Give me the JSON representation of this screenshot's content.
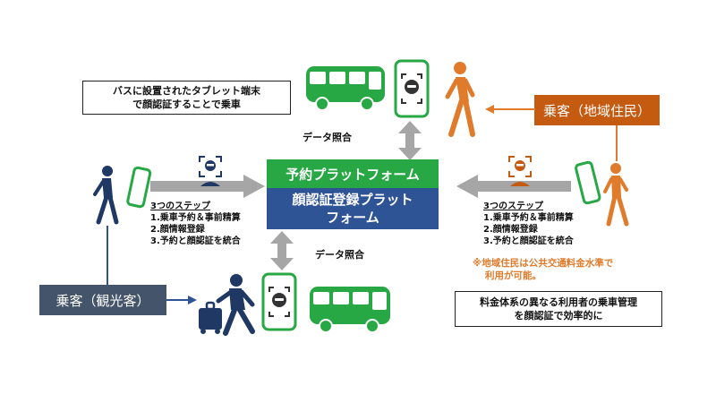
{
  "notes": {
    "top_left": [
      "バスに設置されたタブレット端末",
      "で顔認証することで乗車"
    ],
    "bottom_right": [
      "料金体系の異なる利用者の乗車管理",
      "を顔認証で効率的に"
    ]
  },
  "platform": {
    "reservation": "予約プラットフォーム",
    "face_registration": [
      "顔認証登録プラット",
      "フォーム"
    ]
  },
  "data_match_top": "データ照合",
  "data_match_bottom": "データ照合",
  "passenger_local": "乗客（地域住民）",
  "passenger_tourist": "乗客（観光客）",
  "steps_left": {
    "title": "3つのステップ",
    "items": [
      "1.乗車予約＆事前精算",
      "2.顔情報登録",
      "3.予約と顔認証を統合"
    ]
  },
  "steps_right": {
    "title": "3つのステップ",
    "items": [
      "1.乗車予約＆事前精算",
      "2.顔情報登録",
      "3.予約と顔認証を統合"
    ]
  },
  "local_fare_note": [
    "※地域住民は公共交通料金水準で",
    "利用が可能。"
  ],
  "colors": {
    "green": "#27a844",
    "blue": "#2f5496",
    "orange": "#e07b2c",
    "local_tag": "#c55a11",
    "tourist_tag": "#44546a",
    "gray_arrow": "#a6a6a6",
    "navy": "#1f3864"
  }
}
